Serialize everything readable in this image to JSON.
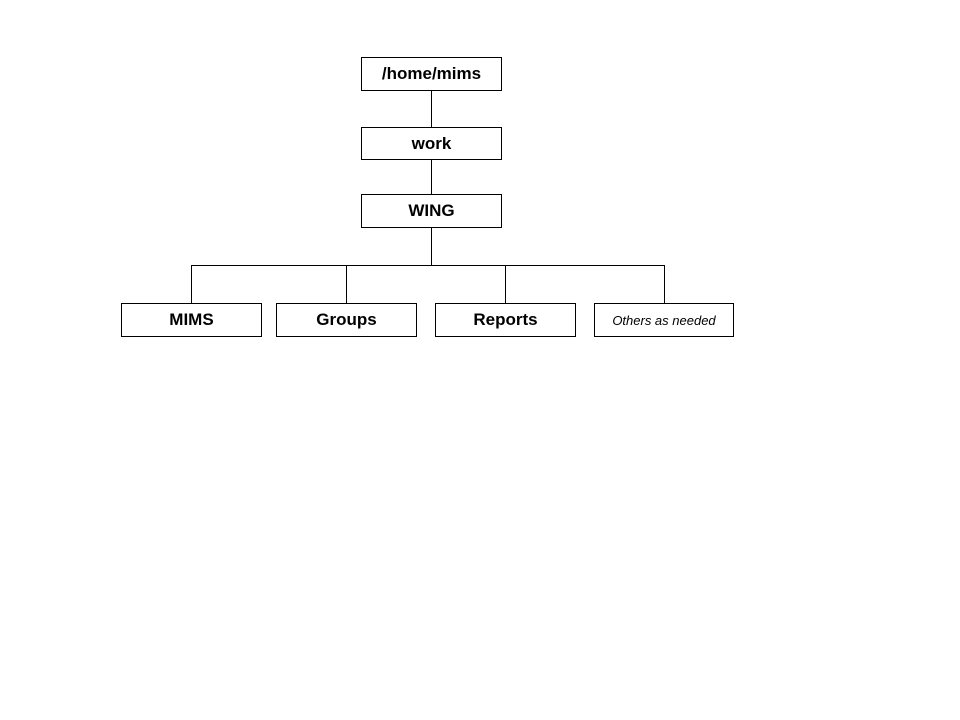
{
  "tree": {
    "root": {
      "label": "/home/mims"
    },
    "level1": {
      "label": "work"
    },
    "level2": {
      "label": "WING"
    },
    "children": [
      {
        "label": "MIMS"
      },
      {
        "label": "Groups"
      },
      {
        "label": "Reports"
      },
      {
        "label": "Others as needed"
      }
    ]
  },
  "colors": {
    "line": "#000000",
    "box_fill": "#ffffff",
    "background": "#ffffff"
  }
}
